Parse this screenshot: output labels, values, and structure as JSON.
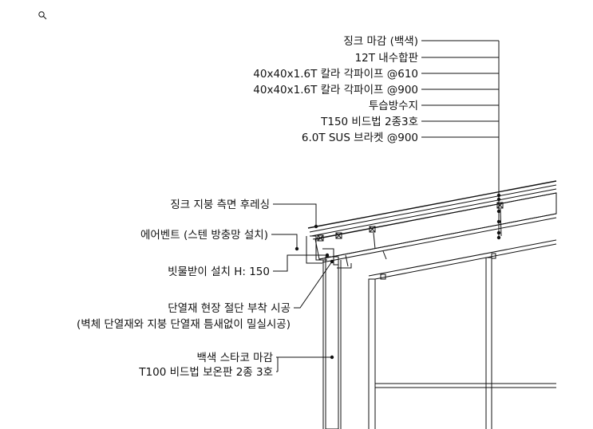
{
  "toolbar": {
    "zoom_icon": "magnifier-icon"
  },
  "callouts_right": [
    "징크 마감 (백색)",
    "12T 내수합판",
    "40x40x1.6T 칼라 각파이프 @610",
    "40x40x1.6T 칼라 각파이프 @900",
    "투습방수지",
    "T150 비드법 2종3호",
    "6.0T SUS 브라켓 @900"
  ],
  "callouts_left": {
    "flashing": "징크 지붕 측면 후레싱",
    "vent": "에어벤트 (스텐 방충망 설치)",
    "gutter": "빗물받이 설치 H: 150",
    "insulation_line1": "단열재 현장 절단 부착 시공",
    "insulation_line2": "(벽체 단열재와 지붕 단열재 틈새없이 밀실시공)",
    "stucco_line1": "백색 스타코 마감",
    "stucco_line2": "T100 비드법 보온판 2종 3호"
  }
}
